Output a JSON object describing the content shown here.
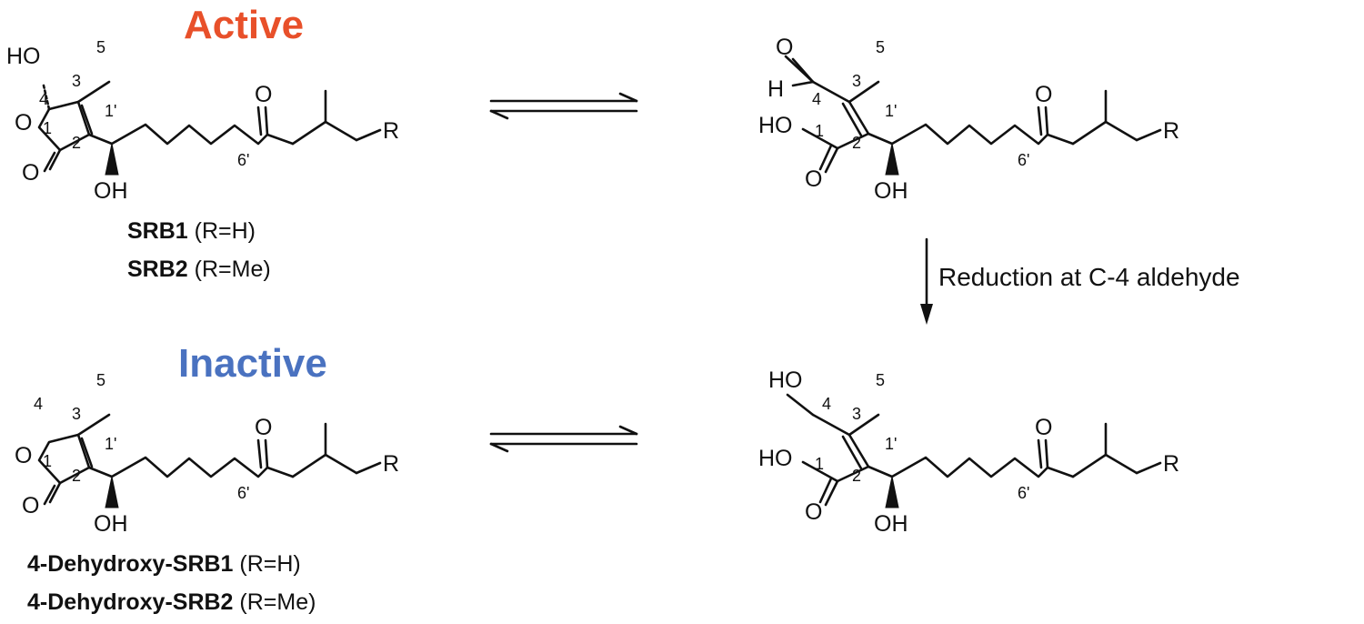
{
  "labels": {
    "active": "Active",
    "inactive": "Inactive",
    "reduction": "Reduction at C-4 aldehyde"
  },
  "colors": {
    "active": "#e8502a",
    "inactive": "#4a72c0"
  },
  "atoms": {
    "HO": "HO",
    "O": "O",
    "OH": "OH",
    "H": "H",
    "R": "R"
  },
  "positions": {
    "p1": "1",
    "p2": "2",
    "p3": "3",
    "p4": "4",
    "p5": "5",
    "p1prime": "1'",
    "p6prime": "6'"
  },
  "compounds": {
    "srb1": {
      "name": "SRB1",
      "r": " (R=H)"
    },
    "srb2": {
      "name": "SRB2",
      "r": " (R=Me)"
    },
    "dehydroxy1": {
      "name": "4-Dehydroxy-SRB1",
      "r": " (R=H)"
    },
    "dehydroxy2": {
      "name": "4-Dehydroxy-SRB2",
      "r": " (R=Me)"
    }
  }
}
